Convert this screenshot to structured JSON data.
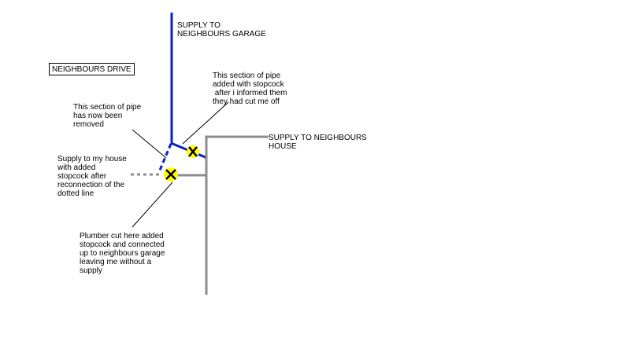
{
  "labels": {
    "supply_garage": "SUPPLY TO\nNEIGHBOURS GARAGE",
    "neighbours_drive": "NEIGHBOURS DRIVE",
    "pipe_added": "This section of pipe\nadded with stopcock\n after i informed them\nthey had cut me off",
    "pipe_removed": "This section of pipe\nhas now been\nremoved",
    "supply_house": "SUPPLY TO NEIGHBOURS\nHOUSE",
    "supply_my_house": "Supply to my house\nwith added\nstopcock after\nreconnection of the\ndotted line",
    "plumber_cut": "Plumber cut here added\nstopcock and connected\nup to neighbours garage\nleaving me without a\nsupply"
  },
  "colors": {
    "blue_pipe": "#0a1fc8",
    "grey_pipe": "#8c8c8c",
    "stopcock_fill": "#ffff00",
    "stopcock_cross": "#000000",
    "leader_line": "#000000"
  }
}
